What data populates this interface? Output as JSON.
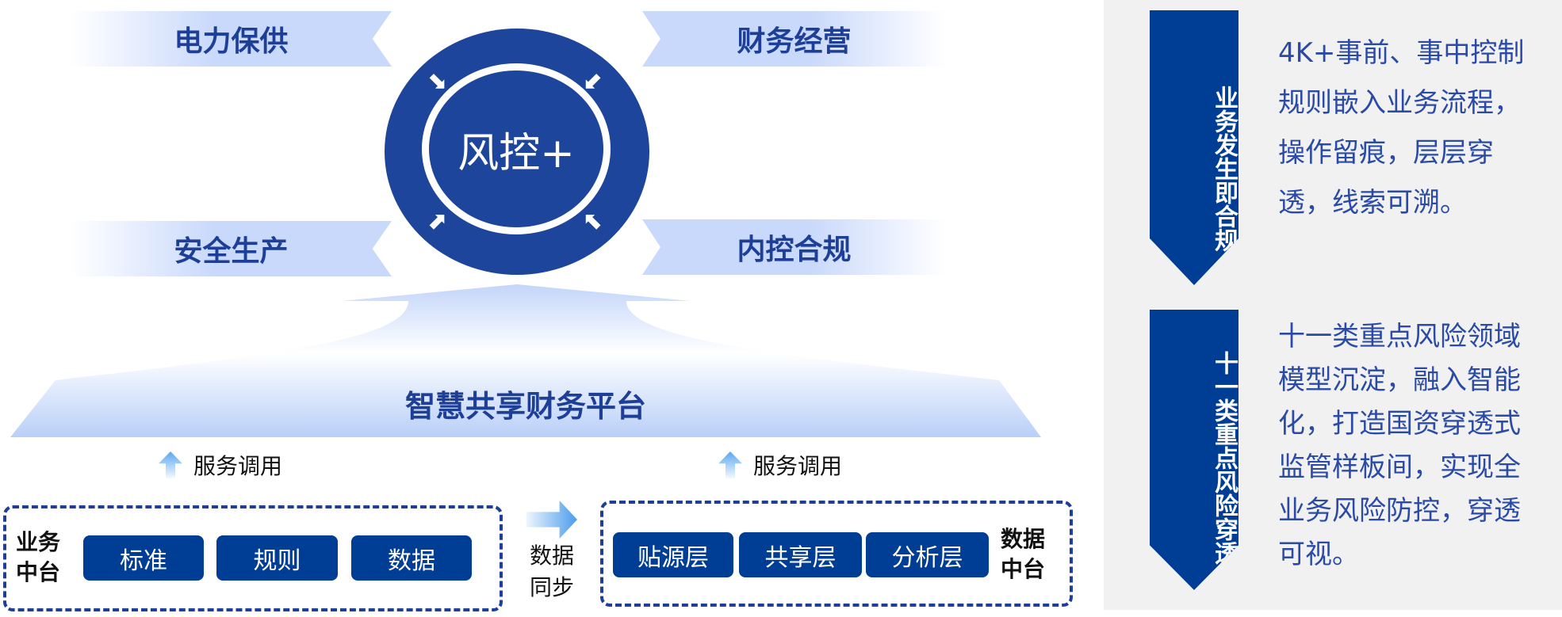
{
  "top": {
    "bands": [
      "电力保供",
      "财务经营",
      "安全生产",
      "内控合规"
    ],
    "center": "风控+"
  },
  "platform": {
    "title": "智慧共享财务平台",
    "service_left": "服务调用",
    "service_right": "服务调用"
  },
  "business_middle": {
    "label": "业务中台",
    "items": [
      "标准",
      "规则",
      "数据"
    ]
  },
  "sync": {
    "label": "数据同步"
  },
  "data_middle": {
    "label": "数据中台",
    "items": [
      "贴源层",
      "共享层",
      "分析层"
    ]
  },
  "panel": {
    "blocks": [
      {
        "badge": "业务发生即合规",
        "text": "4K+事前、事中控制规则嵌入业务流程，操作留痕，层层穿透，线索可溯。"
      },
      {
        "badge": "十一类重点风险穿透",
        "text": "十一类重点风险领域模型沉淀，融入智能化，打造国资穿透式监管样板间，实现全业务风险防控，穿透可视。"
      }
    ]
  },
  "colors": {
    "primary": "#003e96",
    "band": "#c9d9fb",
    "text": "#2a4aa6"
  }
}
